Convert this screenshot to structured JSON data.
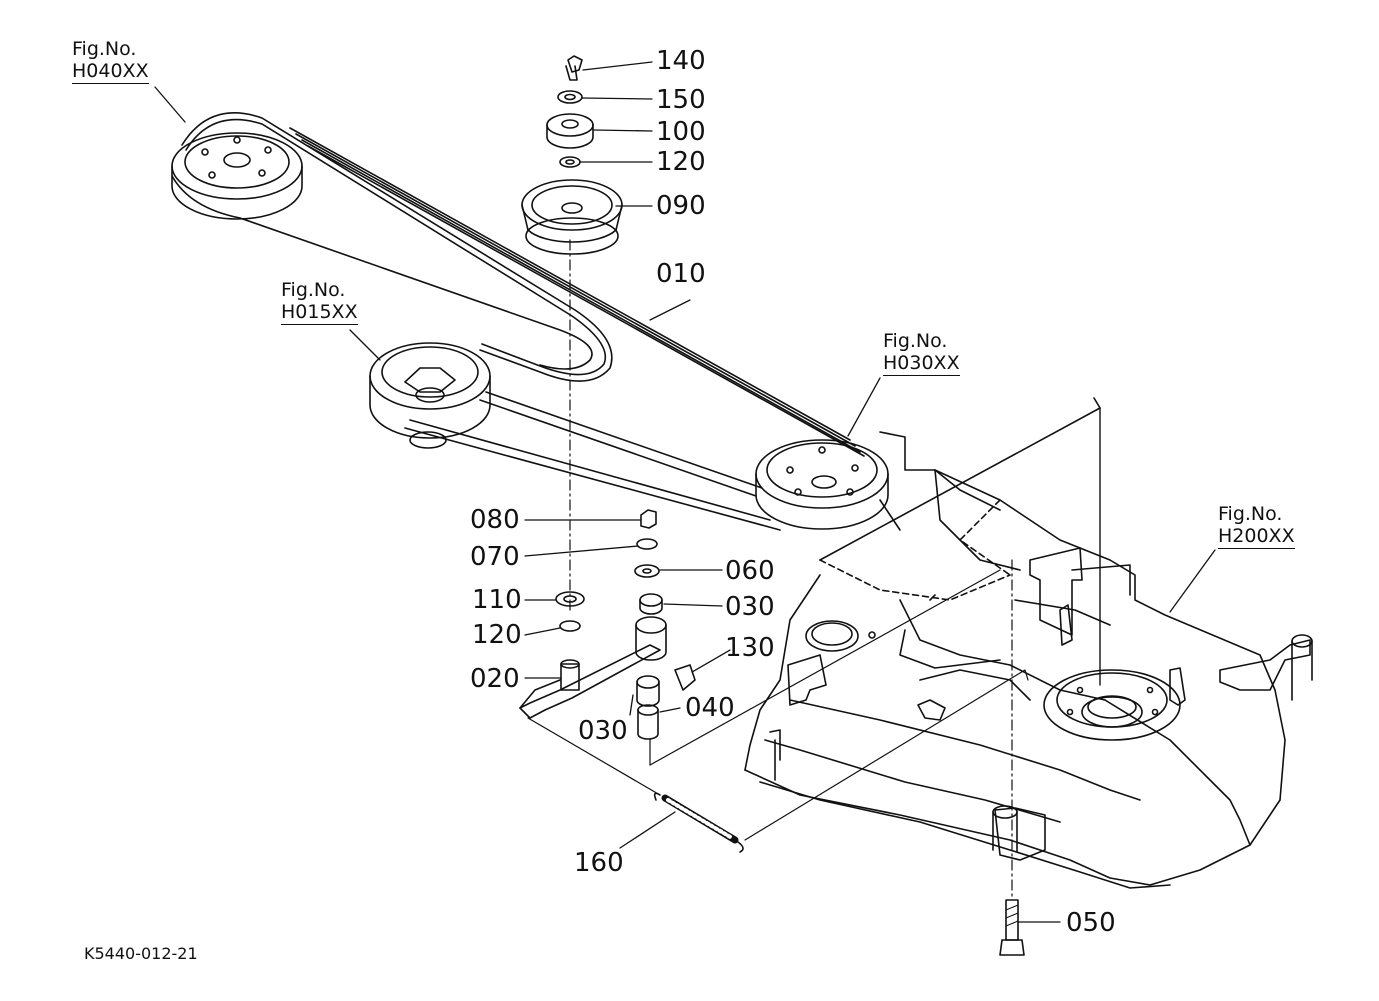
{
  "diagram": {
    "drawing_code": "K5440-012-21",
    "fig_refs": [
      {
        "id": "fr-h040",
        "label": "Fig.No.",
        "code": "H040XX"
      },
      {
        "id": "fr-h015",
        "label": "Fig.No.",
        "code": "H015XX"
      },
      {
        "id": "fr-h030",
        "label": "Fig.No.",
        "code": "H030XX"
      },
      {
        "id": "fr-h200",
        "label": "Fig.No.",
        "code": "H200XX"
      }
    ],
    "parts": [
      {
        "id": "p140",
        "number": "140"
      },
      {
        "id": "p150",
        "number": "150"
      },
      {
        "id": "p100",
        "number": "100"
      },
      {
        "id": "p120a",
        "number": "120"
      },
      {
        "id": "p090",
        "number": "090"
      },
      {
        "id": "p010",
        "number": "010"
      },
      {
        "id": "p080",
        "number": "080"
      },
      {
        "id": "p070",
        "number": "070"
      },
      {
        "id": "p060",
        "number": "060"
      },
      {
        "id": "p110",
        "number": "110"
      },
      {
        "id": "p030a",
        "number": "030"
      },
      {
        "id": "p120b",
        "number": "120"
      },
      {
        "id": "p130",
        "number": "130"
      },
      {
        "id": "p020",
        "number": "020"
      },
      {
        "id": "p040",
        "number": "040"
      },
      {
        "id": "p030b",
        "number": "030"
      },
      {
        "id": "p160",
        "number": "160"
      },
      {
        "id": "p050",
        "number": "050"
      }
    ]
  }
}
